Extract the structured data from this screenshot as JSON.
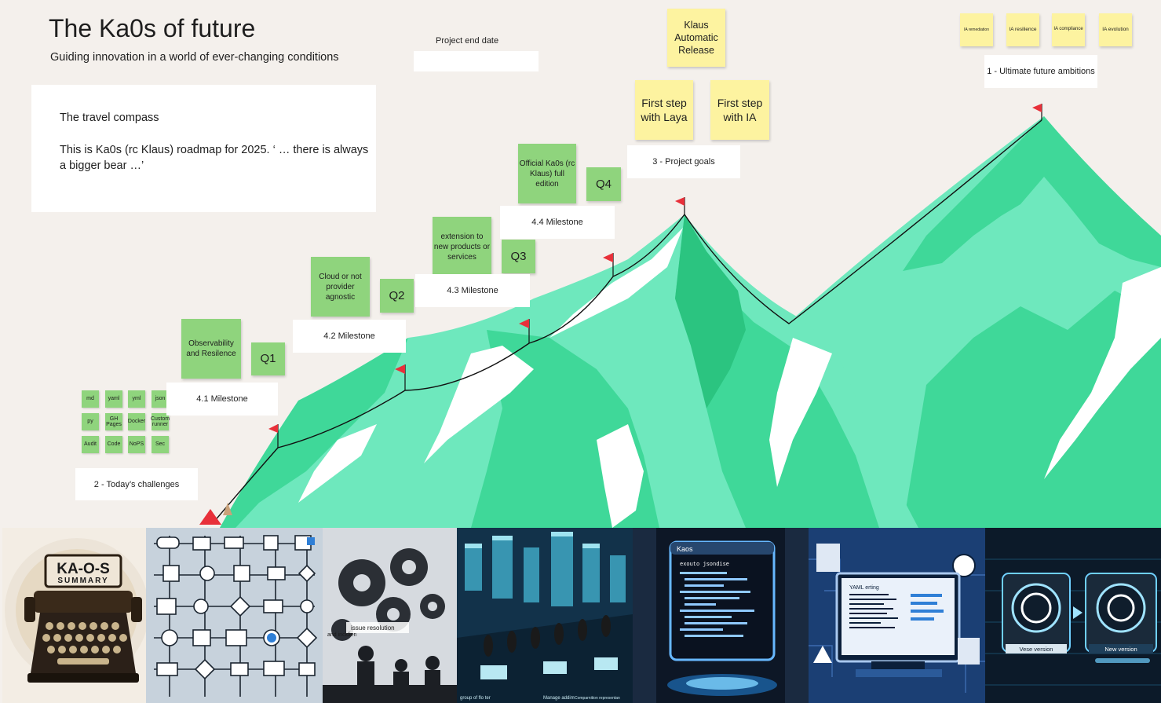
{
  "board": {
    "title": "The Ka0s of future",
    "subtitle": "Guiding innovation in a world of ever-changing conditions",
    "project_end_date_label": "Project end date",
    "project_end_date_value": ""
  },
  "compass": {
    "heading": "The travel compass",
    "body": "This is Ka0s (rc Klaus) roadmap for 2025. ‘ … there is always a bigger bear …’"
  },
  "sections": {
    "todays_challenges": "2 - Today’s challenges",
    "project_goals": "3 - Project goals",
    "ultimate_ambitions": "1 - Ultimate future ambitions"
  },
  "milestones": [
    {
      "label": "4.1 Milestone",
      "quarter": "Q1",
      "note": "Observability and Resilence"
    },
    {
      "label": "4.2 Milestone",
      "quarter": "Q2",
      "note": "Cloud or not provider agnostic"
    },
    {
      "label": "4.3 Milestone",
      "quarter": "Q3",
      "note": "extension to new products or services"
    },
    {
      "label": "4.4 Milestone",
      "quarter": "Q4",
      "note": "Official Ka0s (rc Klaus) full edition"
    }
  ],
  "challenges": [
    [
      "md",
      "yaml",
      "yml",
      "json"
    ],
    [
      "py",
      "GH Pages",
      "Docker",
      "Custom runner"
    ],
    [
      "Audit",
      "Code",
      "NoPS",
      "Sec"
    ]
  ],
  "goals": {
    "release": "Klaus Automatic Release",
    "laya": "First step with Laya",
    "ia": "First step with IA"
  },
  "ambitions": [
    "IA remediation",
    "IA resilience",
    "IA compliance",
    "IA evolution"
  ],
  "gallery": {
    "typewriter_line1": "KA-O-S",
    "typewriter_line2": "SUMMARY",
    "gears_caption1": "issue resolution",
    "gears_caption2": "and incidien",
    "runners_caption1": "group of flo ter",
    "runners_caption2": "Manage addim",
    "runners_caption3": "Comparnition representan",
    "terminal_title": "Kaos",
    "terminal_cmd": "exouto jsondise",
    "yaml_title": "YAML erting",
    "version_old": "Vese version",
    "version_new": "New version"
  },
  "colors": {
    "background": "#f4f0ec",
    "mountain_light": "#6ee8bd",
    "mountain_mid": "#3fd899",
    "mountain_dark": "#2bc480",
    "flag": "#e8303a",
    "sticky_green": "#8fd47d",
    "sticky_yellow": "#fdf3a0"
  }
}
